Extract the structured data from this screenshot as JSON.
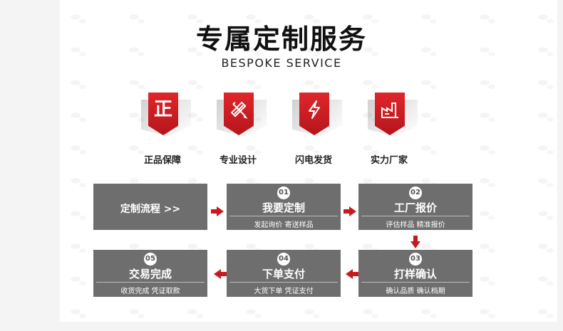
{
  "header": {
    "title": "专属定制服务",
    "subtitle": "BESPOKE SERVICE"
  },
  "features": [
    {
      "icon": "zheng-character-icon",
      "glyph": "正",
      "label": "正品保障"
    },
    {
      "icon": "ruler-pencil-icon",
      "label": "专业设计"
    },
    {
      "icon": "lightning-icon",
      "label": "闪电发货"
    },
    {
      "icon": "factory-icon",
      "label": "实力厂家"
    }
  ],
  "process": {
    "intro": "定制流程  >>",
    "steps": [
      {
        "num": "01",
        "name": "我要定制",
        "desc": "发起询价 寄送样品"
      },
      {
        "num": "02",
        "name": "工厂报价",
        "desc": "评估样品 精准报价"
      },
      {
        "num": "03",
        "name": "打样确认",
        "desc": "确认品质 确认档期"
      },
      {
        "num": "04",
        "name": "下单支付",
        "desc": "大货下单 凭证支付"
      },
      {
        "num": "05",
        "name": "交易完成",
        "desc": "收货完成 凭证取款"
      }
    ]
  },
  "colors": {
    "accent": "#c9191e",
    "box": "#6e6e6e"
  }
}
